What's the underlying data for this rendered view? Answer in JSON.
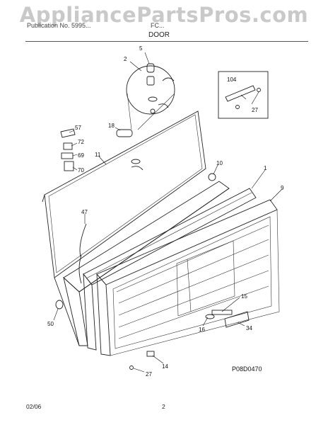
{
  "watermark": "AppliancePartsPros.com",
  "header": {
    "left": "Publication No. 5995...",
    "right": "FC...",
    "title": "DOOR"
  },
  "callouts": [
    "5",
    "2",
    "104",
    "27",
    "57",
    "72",
    "69",
    "70",
    "18",
    "11",
    "10",
    "1",
    "9",
    "47",
    "15",
    "50",
    "16",
    "34",
    "14",
    "27"
  ],
  "diagram_ref": "P08D0470",
  "footer": {
    "date": "02/06",
    "page": "2"
  }
}
